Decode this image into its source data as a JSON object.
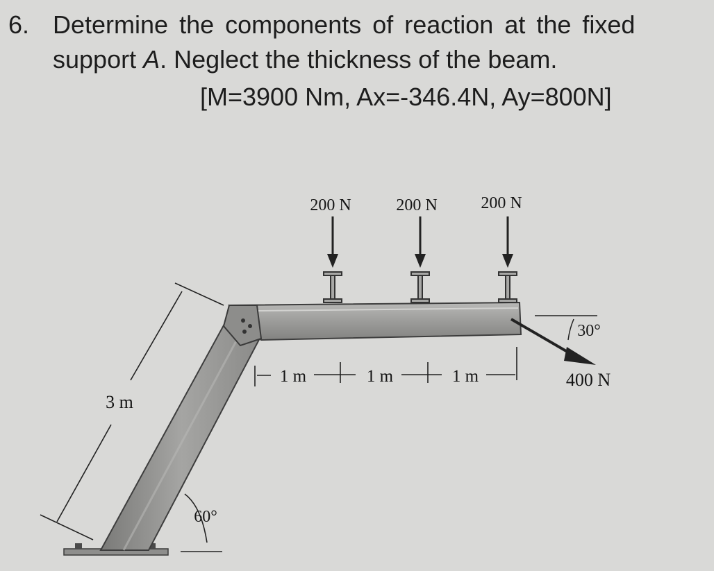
{
  "problem": {
    "number": "6.",
    "line1": "Determine the components of reaction at the fixed",
    "line2_pre": "support ",
    "line2_italic": "A",
    "line2_post": ". Neglect the thickness of the beam.",
    "answer": "[M=3900 Nm, Ax=-346.4N, Ay=800N]"
  },
  "figure": {
    "loads": [
      "200 N",
      "200 N",
      "200 N"
    ],
    "spacing": [
      "1 m",
      "1 m",
      "1 m"
    ],
    "column_length": "3 m",
    "column_angle": "60°",
    "force_angle": "30°",
    "force_value": "400 N"
  }
}
